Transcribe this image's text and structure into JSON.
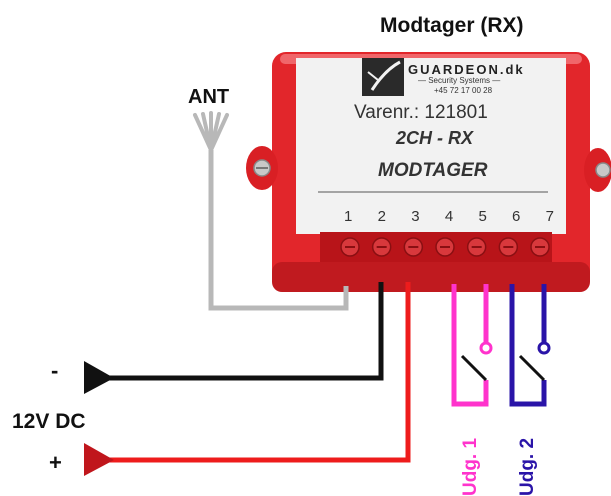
{
  "title": "Modtager (RX)",
  "antenna_label": "ANT",
  "power": {
    "minus": "-",
    "voltage": "12V DC",
    "plus": "+"
  },
  "device": {
    "brand": "GUARDEON.dk",
    "brand_sub": "— Security Systems —",
    "phone": "+45 72 17 00 28",
    "varenr": "Varenr.: 121801",
    "model": "2CH - RX",
    "name": "MODTAGER",
    "terminals": [
      "1",
      "2",
      "3",
      "4",
      "5",
      "6",
      "7"
    ]
  },
  "outputs": [
    "Udg. 1",
    "Udg. 2"
  ],
  "colors": {
    "housing": "#e2262b",
    "antenna_wire": "#b8b8b8",
    "negative_wire": "#111111",
    "positive_wire": "#ee1c1c",
    "output1_wire": "#ff33cc",
    "output2_wire": "#2a14a8"
  }
}
